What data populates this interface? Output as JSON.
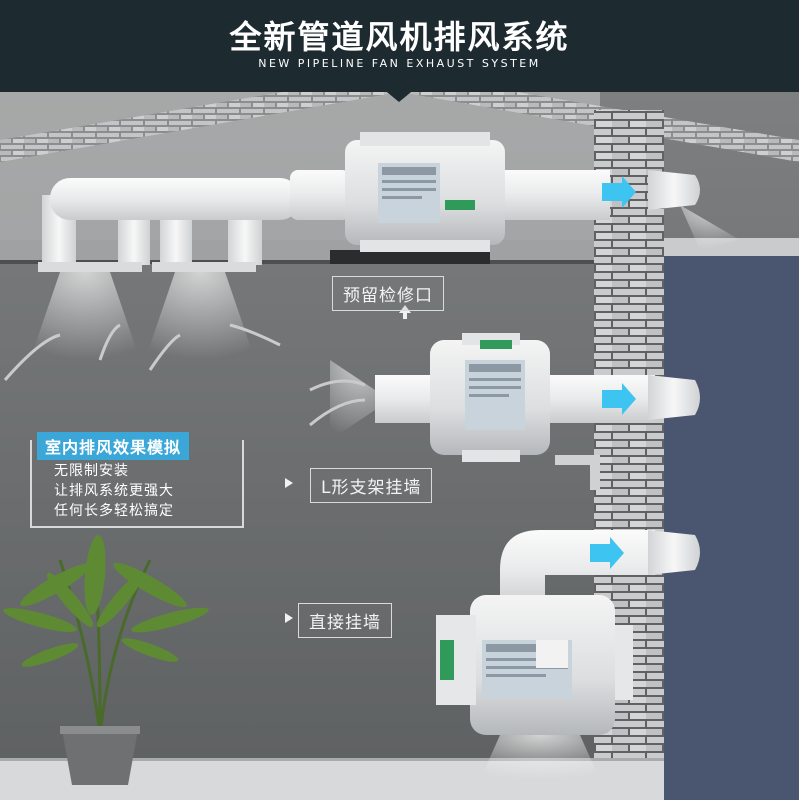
{
  "header": {
    "title": "全新管道风机排风系统",
    "subtitle": "NEW PIPELINE FAN EXHAUST SYSTEM"
  },
  "labels": {
    "access": "预留检修口",
    "bracket": "L形支架挂墙",
    "direct": "直接挂墙"
  },
  "info": {
    "title": "室内排风效果模拟",
    "lines": [
      "无限制安装",
      "让排风系统更强大",
      "任何长多轻松搞定"
    ]
  },
  "colors": {
    "header_bg": "#1d2a30",
    "accent": "#3aa7d8",
    "wall_blue": "#4a5670"
  }
}
